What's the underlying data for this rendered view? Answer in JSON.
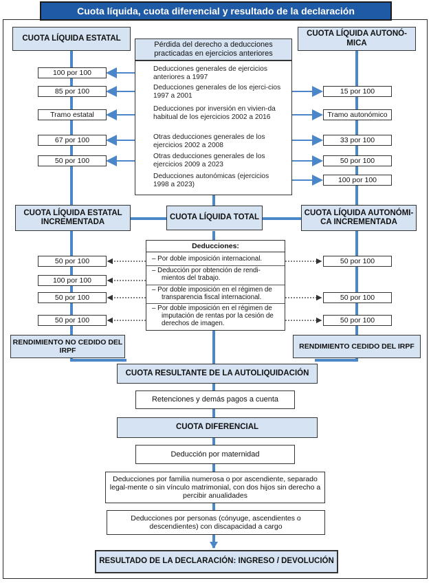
{
  "title": "Cuota líquida, cuota diferencial y resultado de la declaración",
  "top": {
    "estatal": "CUOTA LÍQUIDA ESTATAL",
    "autonomica": "CUOTA LÍQUIDA AUTONÓ-MICA",
    "perdida": "Pérdida del derecho a deducciones practicadas en ejercicios anteriores"
  },
  "center_items": [
    "Deducciones generales de ejercicios anteriores a 1997",
    "Deducciones generales de los ejerci-cios 1997 a 2001",
    "Deducciones por inversión en vivien-da habitual de los ejercicios 2002 a 2016",
    "Otras deducciones generales de los ejercicios 2002 a 2008",
    "Otras deducciones generales de los ejercicios 2009 a 2023",
    "Deducciones autonómicas (ejercicios 1998 a 2023)"
  ],
  "left_pcts": [
    "100 por 100",
    "85 por 100",
    "Tramo estatal",
    "67 por 100",
    "50 por 100"
  ],
  "right_pcts": [
    "15 por 100",
    "Tramo autonómico",
    "33 por 100",
    "50 por 100",
    "100 por 100"
  ],
  "mid_row": {
    "left": "CUOTA LÍQUIDA ESTATAL INCREMENTADA",
    "center": "CUOTA LÍQUIDA TOTAL",
    "right": "CUOTA LÍQUIDA AUTONÓMI-CA INCREMENTADA"
  },
  "deducciones": {
    "header": "Deducciones:",
    "items": [
      "–  Por doble imposición internacional.",
      "–  Deducción por obtención de rendi-mientos del trabajo.",
      "–  Por doble imposición en el régimen de transparencia fiscal internacional.",
      "–  Por doble imposición en el régimen de imputación de rentas por la cesión de derechos de imagen."
    ]
  },
  "left_pcts2": [
    "50 por 100",
    "100 por 100",
    "50 por 100",
    "50 por 100"
  ],
  "right_pcts2": [
    "50 por 100",
    "50 por 100",
    "50 por 100"
  ],
  "rendimiento": {
    "no_cedido": "RENDIMIENTO NO CEDIDO DEL IRPF",
    "cedido": "RENDIMIENTO CEDIDO DEL IRPF"
  },
  "bottom": {
    "resultante": "CUOTA RESULTANTE DE LA AUTOLIQUIDACIÓN",
    "retenciones": "Retenciones y demás pagos a cuenta",
    "diferencial": "CUOTA DIFERENCIAL",
    "maternidad": "Deducción por maternidad",
    "familia": "Deducciones por familia numerosa o por ascendiente, separado legal-mente o sin vínculo matrimonial, con dos hijos sin derecho a percibir anualidades",
    "personas": "Deducciones por personas (cónyuge, ascendientes o descendientes) con discapacidad a cargo",
    "resultado": "RESULTADO DE LA DECLARACIÓN: INGRESO / DEVOLUCIÓN"
  },
  "colors": {
    "title_bg": "#1f5aa6",
    "flow": "#4a86c8",
    "head_bg": "#d6e3f3"
  }
}
